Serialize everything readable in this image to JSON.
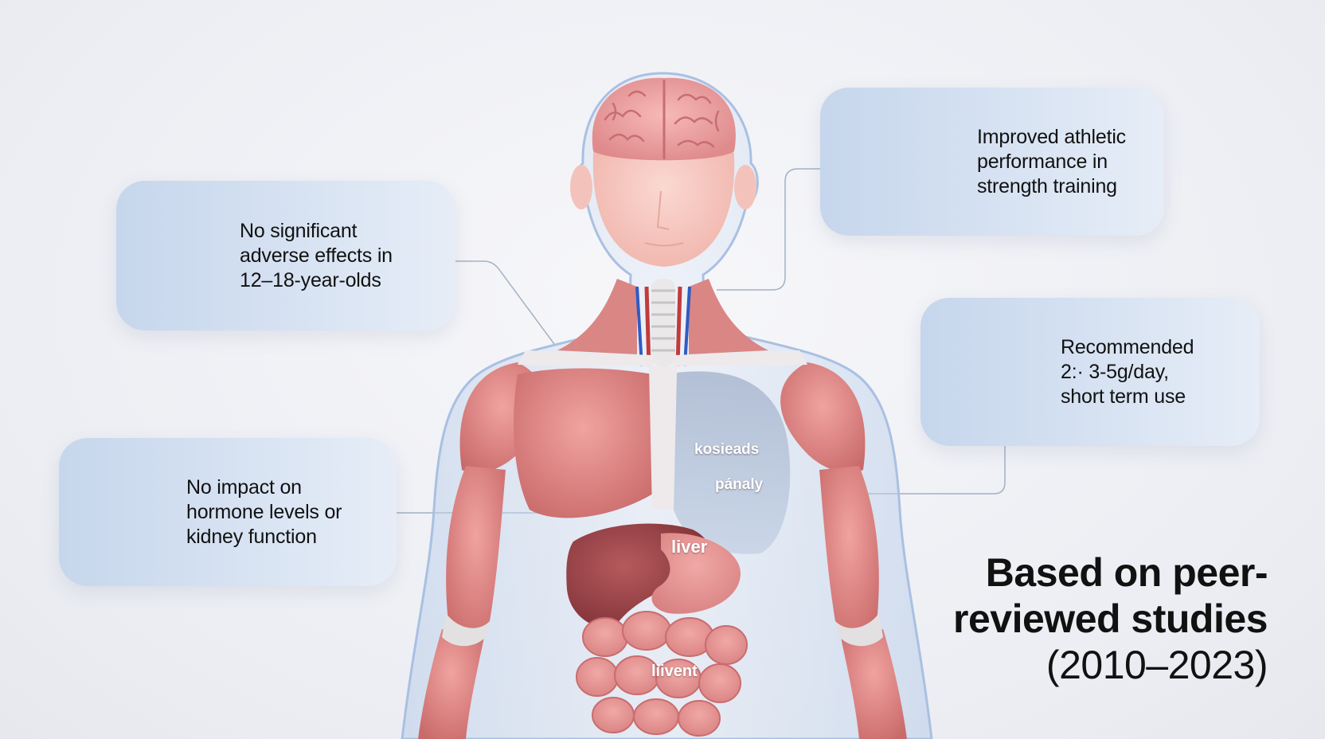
{
  "cards": {
    "adverse": {
      "lines": [
        "No significant",
        "adverse effects in",
        "12–18-year-olds"
      ],
      "icon": "check-circle-icon",
      "color": "#22b24c"
    },
    "hormone": {
      "lines": [
        "No impact on",
        "hormone levels or",
        "kidney function"
      ],
      "icon": "test-tube-icon"
    },
    "athletic": {
      "lines": [
        "Improved athletic",
        "performance in",
        "strength training"
      ],
      "icon": "dumbbell-icon"
    },
    "dosage": {
      "lines": [
        "Recommended",
        "2:· 3-5g/day,",
        "short term use"
      ],
      "icon": "balance-scale-icon"
    }
  },
  "footnote": {
    "lines": [
      "Based on peer-",
      "reviewed studies",
      "(2010–2023)"
    ]
  },
  "organs": {
    "lung_upper": "kosieads",
    "lung_lower": "pánaly",
    "liver": "liver",
    "intestine": "liivent"
  }
}
